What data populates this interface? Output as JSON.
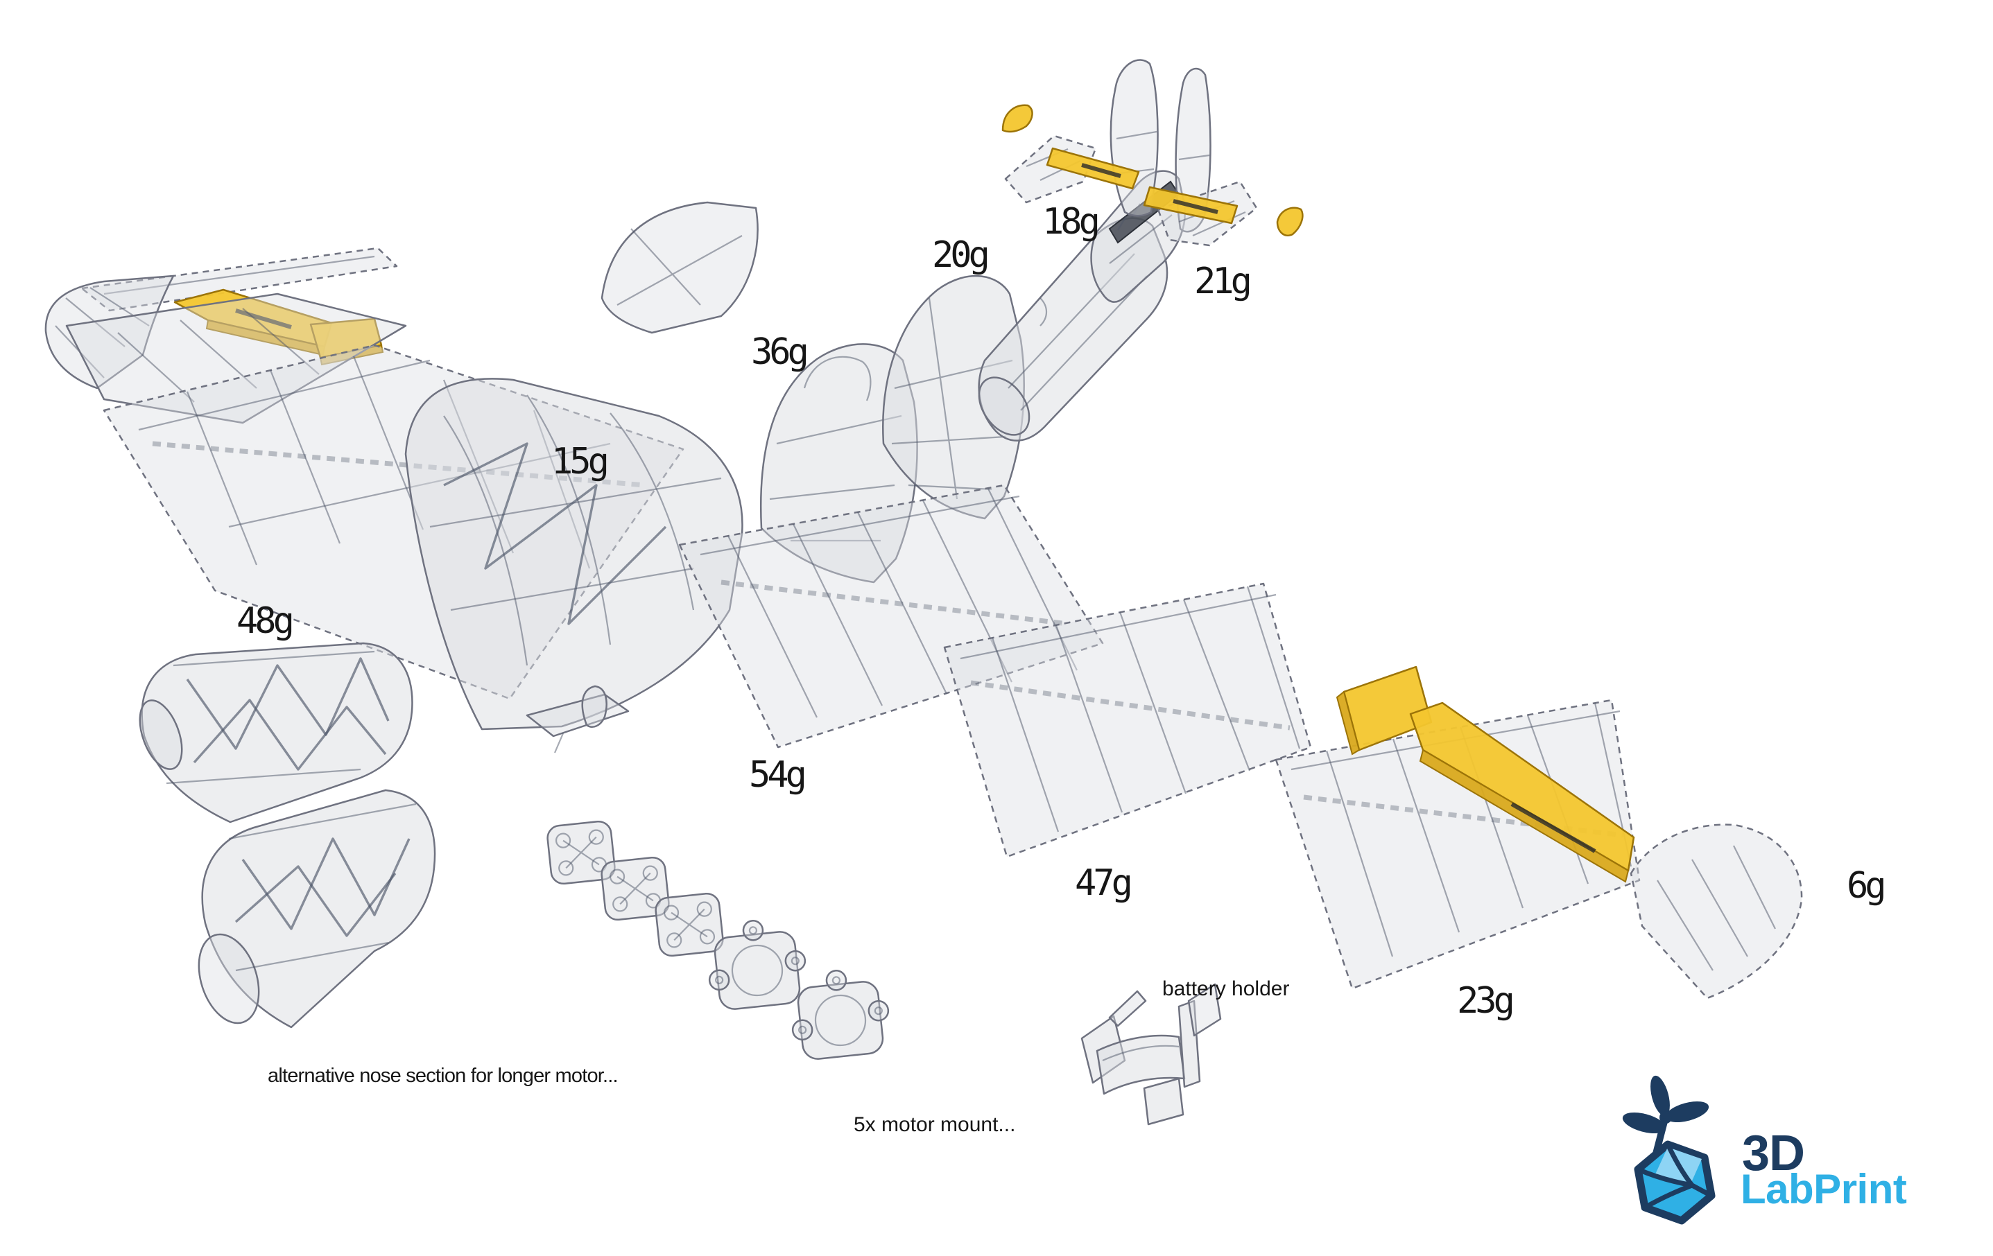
{
  "colors": {
    "background": "#ffffff",
    "label_text": "#161616",
    "part_fill": "#dcdde2",
    "part_stroke": "#6f7280",
    "part_inner": "#4d5668",
    "accent_yellow": "#f3c62e",
    "accent_yellow_side": "#d9a91c",
    "accent_yellow_dark": "#9c7408",
    "logo_navy": "#1d3c60",
    "logo_blue": "#2fb0e5",
    "logo_blue_light": "#8ed4f4"
  },
  "weight_labels": [
    {
      "part": "left-horizontal-stabilizer",
      "text": "18g"
    },
    {
      "part": "tail-fuselage-section",
      "text": "21g"
    },
    {
      "part": "rear-fuselage-section",
      "text": "20g"
    },
    {
      "part": "canopy-fuselage-section",
      "text": "36g"
    },
    {
      "part": "wing-root-fuselage-section",
      "text": "15g"
    },
    {
      "part": "nose-section",
      "text": "48g"
    },
    {
      "part": "center-wing-section",
      "text": "54g"
    },
    {
      "part": "mid-wing-panel",
      "text": "47g"
    },
    {
      "part": "outer-wing-panel",
      "text": "23g"
    },
    {
      "part": "right-wing-tip",
      "text": "6g"
    }
  ],
  "annotations": [
    {
      "id": "battery-holder-note",
      "text": "battery holder"
    },
    {
      "id": "alternative-nose-note",
      "text": "alternative nose section for longer motor..."
    },
    {
      "id": "motor-mount-note",
      "text": "5x motor mount..."
    }
  ],
  "logo": {
    "line1": "3D",
    "line2": "LabPrint"
  },
  "parts": [
    "left-wing-tip",
    "left-wing-panels",
    "left-aileron",
    "left-flap",
    "wing-root-fuselage-section",
    "canopy-fuselage-section",
    "rear-fuselage-section",
    "tail-boom-section",
    "tail-fuselage-section",
    "vertical-fin",
    "rudder",
    "left-horizontal-stabilizer",
    "left-elevator",
    "left-stabilizer-tip",
    "right-horizontal-stabilizer",
    "right-elevator",
    "right-stabilizer-tip",
    "nose-section",
    "alternative-nose-section",
    "tail-wheel-assembly",
    "center-wing-section",
    "mid-wing-panel",
    "outer-wing-panel",
    "right-wing-tip",
    "right-flap",
    "right-aileron",
    "motor-mount-spacers",
    "motor-mount-rings",
    "battery-holder",
    "propeller-box-logo-icon"
  ]
}
